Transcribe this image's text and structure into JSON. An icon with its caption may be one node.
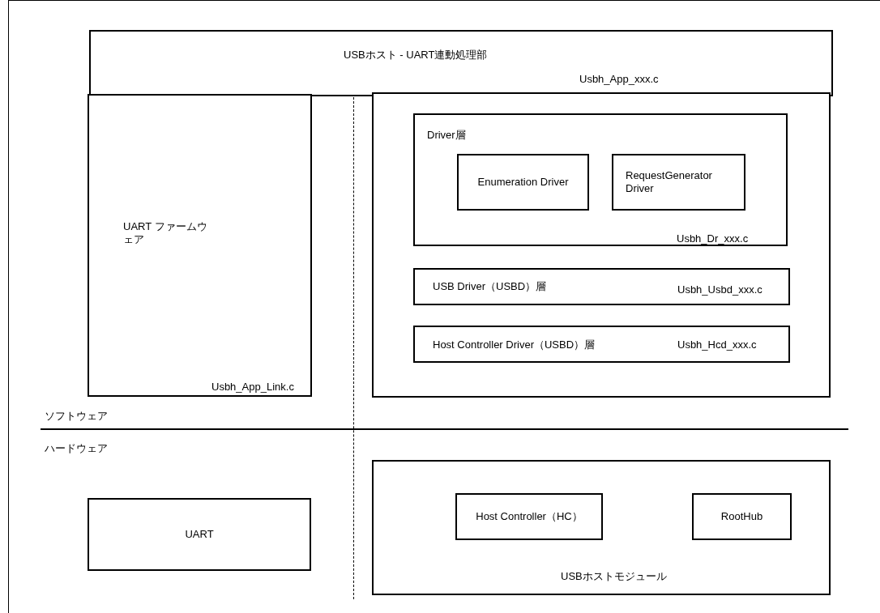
{
  "diagram": {
    "nodes": [
      {
        "text": [
          "USBホスト - UART連動処理部",
          "Usbh_App_xxx.c"
        ]
      },
      {
        "text": [
          "UART ファームウェア",
          "Usbh_App_Link.c"
        ]
      },
      {
        "text": [],
        "shape": "box"
      },
      {
        "text": [
          "Driver層",
          "Usbh_Dr_xxx.c"
        ],
        "in": 2
      },
      {
        "text": [
          "Enumeration Driver"
        ],
        "in": 3
      },
      {
        "text": [
          "RequestGenerator Driver"
        ],
        "in": 3
      },
      {
        "text": [
          "USB Driver（USBD）層",
          "Usbh_Usbd_xxx.c"
        ],
        "in": 2
      },
      {
        "text": [
          "Host Controller Driver（USBD）層",
          "Usbh_Hcd_xxx.c"
        ],
        "in": 2
      },
      {
        "text": [
          "UART"
        ]
      },
      {
        "text": [
          "USBホストモジュール"
        ]
      },
      {
        "text": [
          "Host Controller（HC）"
        ],
        "in": 9
      },
      {
        "text": [
          "RootHub"
        ],
        "in": 9
      }
    ],
    "labels": [
      "ソフトウェア",
      "ハードウェア"
    ]
  }
}
